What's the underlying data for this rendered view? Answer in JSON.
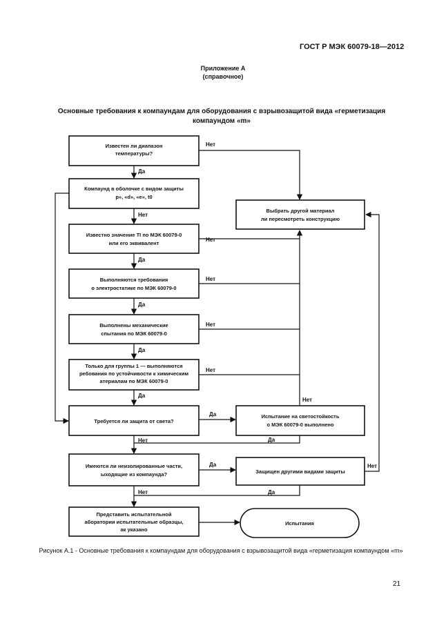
{
  "header": {
    "standard": "ГОСТ Р МЭК 60079-18—2012"
  },
  "appendix": {
    "title": "Приложение А",
    "type": "(справочное)"
  },
  "page_title": "Основные требования к компаундам для оборудования с взрывозащитой вида «герметизация компаундом «m»",
  "flowchart": {
    "boxes": {
      "b1": "Известен ли диапазон температуры?",
      "b2": "Компаунд в оболочке с видом защиты «р», «d», «e», t0",
      "b3": "Известно значение TI по МЭК 60079-0 или его эквивалент",
      "b4": "Выполняются требования по электростатике по МЭК 60079-0",
      "b5": "Выполнены механические испытания по МЭК 60079-0",
      "b6": "Только для группы 1 — выполняются требования по устойчивости к химическим материалам по МЭК 60079-0",
      "b7": "Требуется ли защита от света?",
      "b8": "Имеются ли неизолированные части, выходящие из компаунда?",
      "b9": "Представить испытательной лаборатории испытательные образцы, как указано",
      "r1": "Выбрать другой материал или пересмотреть конструкцию",
      "r2": "Испытание на светостойкость по МЭК 60079-0 выполнено",
      "r3": "Защищен другими видами защиты",
      "end": "Испытания"
    },
    "labels": {
      "yes": "Да",
      "no": "Нет"
    }
  },
  "caption": "Рисунок А.1 - Основные требования к компаундам для оборудования с взрывозащитой вида «герметизация компаундом «m»",
  "page_number": "21"
}
